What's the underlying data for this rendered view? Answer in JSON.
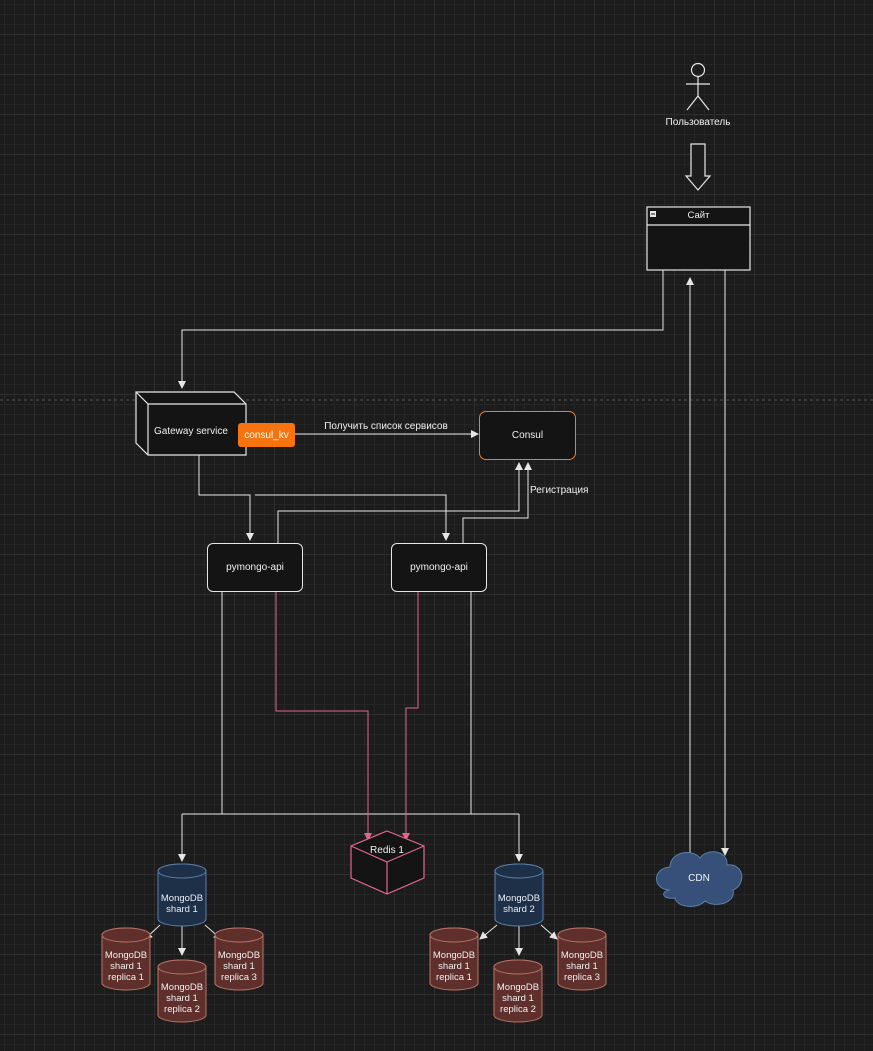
{
  "user": {
    "label": "Пользователь"
  },
  "site": {
    "title": "Сайт"
  },
  "gateway": {
    "label": "Gateway service",
    "kv_label": "consul_kv"
  },
  "consul": {
    "label": "Consul"
  },
  "edges": {
    "get_services": "Получить список сервисов",
    "registration": "Регистрация"
  },
  "api": [
    {
      "label": "pymongo-api"
    },
    {
      "label": "pymongo-api"
    }
  ],
  "redis": {
    "label": "Redis 1"
  },
  "cdn": {
    "label": "CDN"
  },
  "shards": [
    {
      "label_line1": "MongoDB",
      "label_line2": "shard 1",
      "replicas": [
        {
          "line1": "MongoDB",
          "line2": "shard 1",
          "line3": "replica 1"
        },
        {
          "line1": "MongoDB",
          "line2": "shard 1",
          "line3": "replica 2"
        },
        {
          "line1": "MongoDB",
          "line2": "shard 1",
          "line3": "replica 3"
        }
      ]
    },
    {
      "label_line1": "MongoDB",
      "label_line2": "shard 2",
      "replicas": [
        {
          "line1": "MongoDB",
          "line2": "shard 1",
          "line3": "replica 1"
        },
        {
          "line1": "MongoDB",
          "line2": "shard 1",
          "line3": "replica 2"
        },
        {
          "line1": "MongoDB",
          "line2": "shard 1",
          "line3": "replica 3"
        }
      ]
    }
  ],
  "colors": {
    "line": "#e6e6e6",
    "redis_line": "#e0678a",
    "consul_border": "#e0813a",
    "kv_fill": "#f5740f",
    "shard_fill": "#1e3047",
    "shard_stroke": "#5a7fa6",
    "replica_fill": "#5e2f2b",
    "replica_stroke": "#b8736a",
    "cdn_fill": "#36507a"
  }
}
